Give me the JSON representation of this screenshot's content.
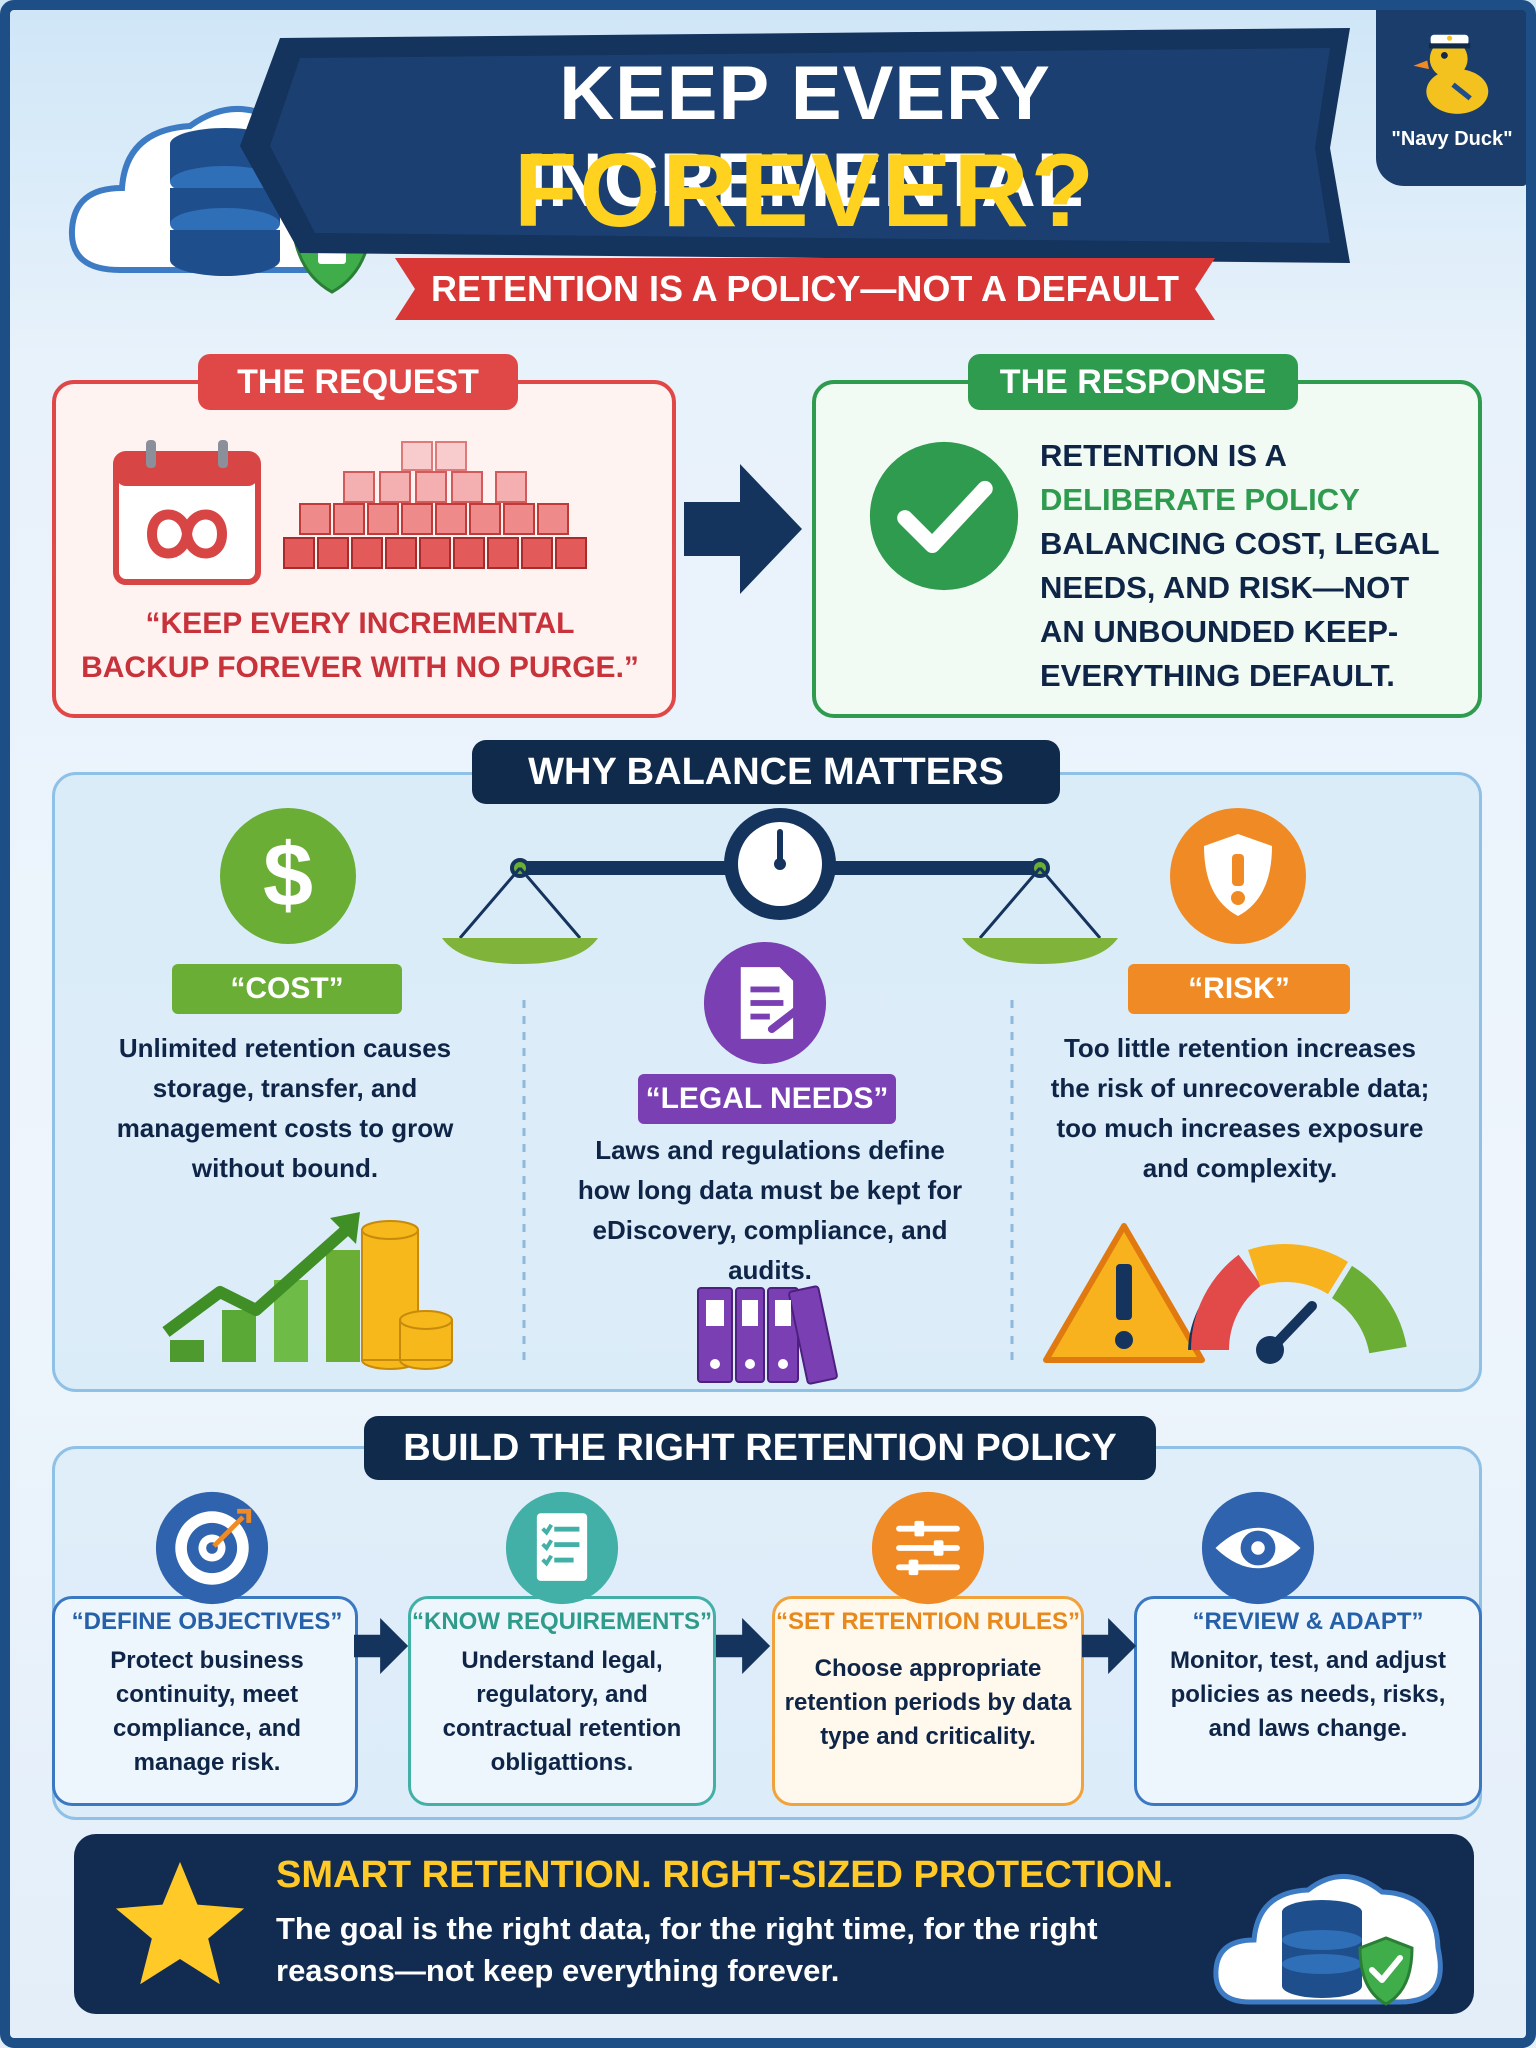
{
  "header": {
    "title_line1": "KEEP EVERY INCREMENTAL",
    "title_line2": "FOREVER?",
    "subtitle": "RETENTION IS A POLICY—NOT A DEFAULT",
    "mascot_label": "\"Navy Duck\""
  },
  "request": {
    "label": "THE REQUEST",
    "quote": "“KEEP EVERY INCREMENTAL BACKUP FOREVER WITH NO PURGE.”"
  },
  "response": {
    "label": "THE RESPONSE",
    "text_part1": "RETENTION IS A ",
    "text_highlight": "DELIBERATE POLICY",
    "text_part2": " BALANCING COST, LEGAL NEEDS, AND RISK—NOT AN UNBOUNDED KEEP-EVERYTHING DEFAULT."
  },
  "balance": {
    "heading": "WHY BALANCE MATTERS",
    "cost": {
      "label": "“COST”",
      "text": "Unlimited retention causes storage, transfer, and management costs to grow without bound."
    },
    "legal": {
      "label": "“LEGAL NEEDS”",
      "text": "Laws and regulations define how long data must be kept for eDiscovery, compliance, and audits."
    },
    "risk": {
      "label": "“RISK”",
      "text": "Too little retention increases the risk of unrecoverable data; too much increases exposure and complexity."
    }
  },
  "build": {
    "heading": "BUILD THE RIGHT RETENTION POLICY",
    "steps": [
      {
        "title": "“DEFINE OBJECTIVES”",
        "text": "Protect business continuity, meet compliance, and manage risk.",
        "icon": "target-icon"
      },
      {
        "title": "“KNOW REQUIREMENTS”",
        "text": "Understand legal, regulatory, and contractual retention obligattions.",
        "icon": "checklist-icon"
      },
      {
        "title": "“SET RETENTION RULES”",
        "text": "Choose appropriate retention periods by data type and criticality.",
        "icon": "sliders-icon"
      },
      {
        "title": "“REVIEW & ADAPT”",
        "text": "Monitor, test, and adjust policies as needs, risks, and laws change.",
        "icon": "eye-icon"
      }
    ]
  },
  "footer": {
    "title": "SMART RETENTION. RIGHT-SIZED PROTECTION.",
    "text": "The goal is the right data, for the right time, for the right reasons—not keep everything forever."
  },
  "colors": {
    "navy": "#102a4c",
    "red": "#e04848",
    "green": "#2e9b4f",
    "yellow": "#ffd21f",
    "purple": "#7a3fb2",
    "orange": "#f08a24"
  }
}
